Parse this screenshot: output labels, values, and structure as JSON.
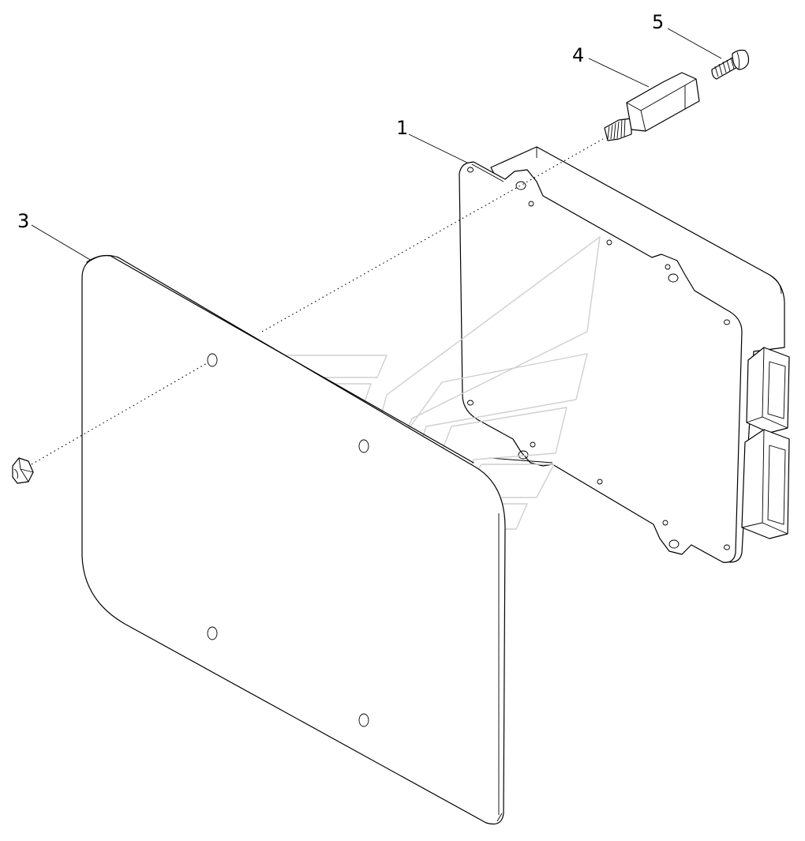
{
  "callouts": [
    {
      "id": "1",
      "label": "1"
    },
    {
      "id": "3",
      "label": "3"
    },
    {
      "id": "4",
      "label": "4"
    },
    {
      "id": "5",
      "label": "5"
    }
  ],
  "parts": {
    "controller": "control-module-icon",
    "cover_plate": "cover-plate-icon",
    "standoff": "hex-standoff-icon",
    "screw": "screw-icon",
    "nut": "nut-icon"
  },
  "colors": {
    "line": "#000000",
    "watermark": "#cfcfcf",
    "background": "#ffffff"
  }
}
